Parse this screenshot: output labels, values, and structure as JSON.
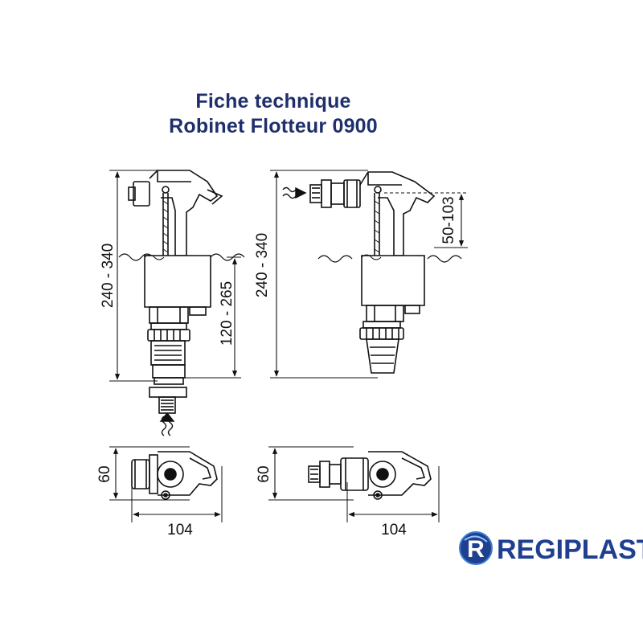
{
  "header": {
    "title": "Fiche technique",
    "subtitle": "Robinet Flotteur 0900"
  },
  "dimensions": {
    "left_height": "240 - 340",
    "left_water": "120 - 265",
    "right_height": "240 - 340",
    "right_offset": "50-103",
    "bottom_left_depth": "60",
    "bottom_left_width": "104",
    "bottom_right_depth": "60",
    "bottom_right_width": "104"
  },
  "brand": {
    "name": "REGIPLAST",
    "logo_letter": "R",
    "color": "#1f3f8f",
    "accent": "#3a7fd0"
  },
  "colors": {
    "title": "#1f2f6b",
    "line": "#111111"
  }
}
